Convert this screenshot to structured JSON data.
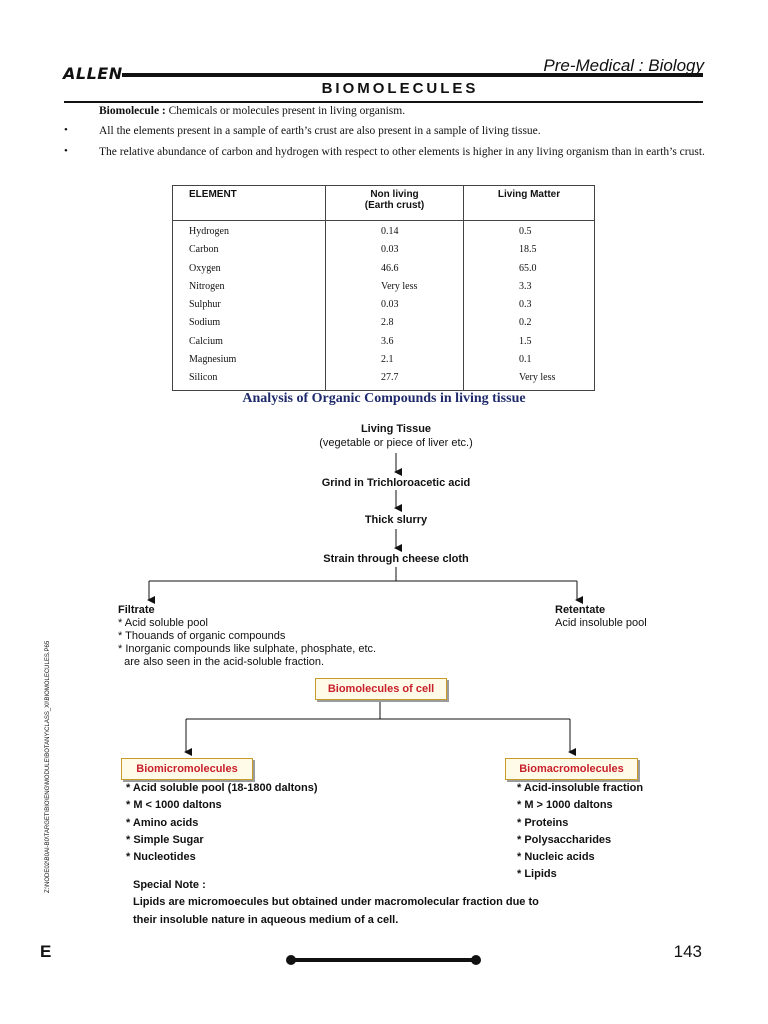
{
  "header": {
    "logo": "ALLEN",
    "course": "Pre-Medical : Biology",
    "title": "BIOMOLECULES"
  },
  "intro": {
    "definition_term": "Biomolecule :",
    "definition_text": "Chemicals or molecules present in living organism.",
    "bullet_symbol": "•",
    "bullets": [
      "All the elements present in a sample of earth’s crust are also present in a sample of living tissue.",
      "The relative abundance of carbon and hydrogen with respect to other elements is higher in any living organism than in earth’s crust."
    ]
  },
  "table": {
    "headers": [
      "ELEMENT",
      "Non living\n(Earth crust)",
      "Living Matter"
    ],
    "header_col2_line1": "Non living",
    "header_col2_line2": "(Earth crust)",
    "rows": [
      [
        "Hydrogen",
        "0.14",
        "0.5"
      ],
      [
        "Carbon",
        "0.03",
        "18.5"
      ],
      [
        "Oxygen",
        "46.6",
        "65.0"
      ],
      [
        "Nitrogen",
        "Very less",
        "3.3"
      ],
      [
        "Sulphur",
        "0.03",
        "0.3"
      ],
      [
        "Sodium",
        "2.8",
        "0.2"
      ],
      [
        "Calcium",
        "3.6",
        "1.5"
      ],
      [
        "Magnesium",
        "2.1",
        "0.1"
      ],
      [
        "Silicon",
        "27.7",
        "Very less"
      ]
    ]
  },
  "flow": {
    "section_title": "Analysis of Organic Compounds in living tissue",
    "step1_title": "Living Tissue",
    "step1_sub": "(vegetable or piece of liver etc.)",
    "step2": "Grind in Trichloroacetic acid",
    "step3": "Thick slurry",
    "step4": "Strain through cheese cloth",
    "filtrate": {
      "title": "Filtrate",
      "lines": [
        "* Acid soluble pool",
        "* Thouands of organic compounds",
        "* Inorganic compounds like sulphate, phosphate, etc.",
        "  are also seen in the acid-soluble fraction."
      ]
    },
    "retentate": {
      "title": "Retentate",
      "line": "Acid insoluble pool"
    },
    "box_center": "Biomolecules of cell",
    "box_left": "Biomicromolecules",
    "box_right": "Biomacromolecules",
    "micro_list": [
      "* Acid soluble pool (18-1800 daltons)",
      "* M < 1000 daltons",
      "* Amino acids",
      "* Simple Sugar",
      "* Nucleotides"
    ],
    "macro_list": [
      "* Acid-insoluble fraction",
      "* M > 1000 daltons",
      "* Proteins",
      "* Polysaccharides",
      "* Nucleic acids",
      "* Lipids"
    ],
    "note_title": "Special Note :",
    "note_line1": "Lipids are micromoecules but obtained under macromolecular fraction due to",
    "note_line2": "their insoluble nature in aqueous medium of a cell."
  },
  "footer": {
    "edge_letter": "E",
    "page_number": "143",
    "side_path": "Z:\\NODE02\\B0AI-B0\\TARGET\\BIO\\ENG\\MODULE\\BOTANY\\CLASS_XI\\BIOMOLECULES.P65"
  }
}
